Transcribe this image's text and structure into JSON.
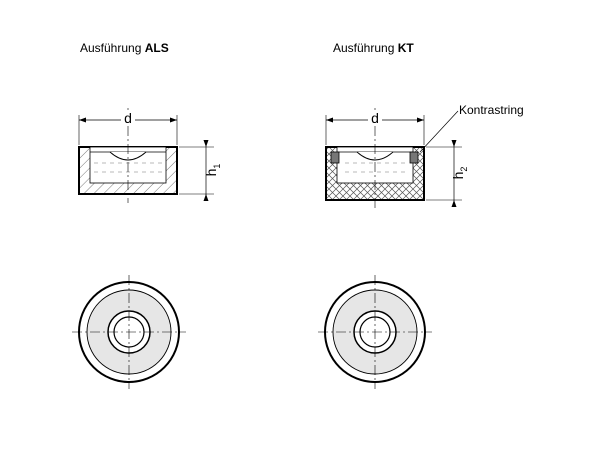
{
  "variants": [
    {
      "prefix": "Ausführung ",
      "code": "ALS",
      "dim_width": "d",
      "dim_height": "h",
      "dim_height_sub": "1"
    },
    {
      "prefix": "Ausführung ",
      "code": "KT",
      "dim_width": "d",
      "dim_height": "h",
      "dim_height_sub": "2",
      "callout": "Kontrastring"
    }
  ]
}
